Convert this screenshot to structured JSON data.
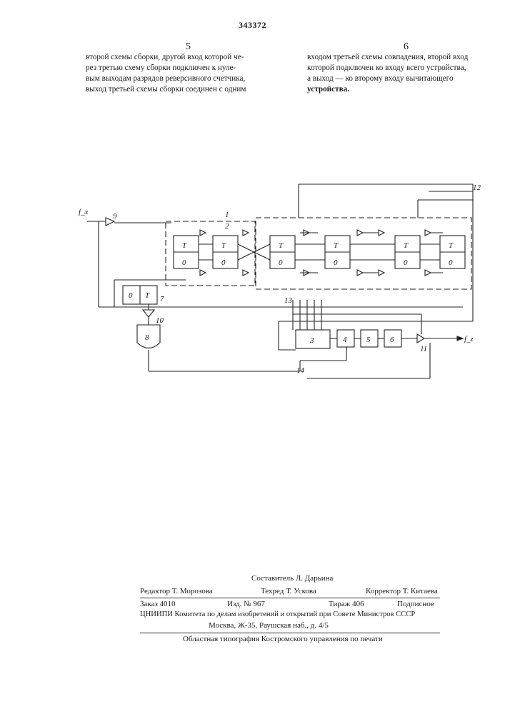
{
  "header": {
    "patent_number": "343372",
    "left_column_number": "5",
    "right_column_number": "6"
  },
  "text": {
    "left_lines": [
      "второй схемы сборки, другой вход которой че-",
      "рез третью схему сборки подключен к нуле-",
      "вым выходам разрядов реверсивного счетчика,",
      "выход третьей схемы сборки соединен с одним"
    ],
    "right_lines": [
      "входом третьей схемы совпадения, второй вход",
      "которой подключен ко входу всего устройства,",
      "а выход — ко второму входу вычитающего",
      "устройства."
    ]
  },
  "diagram": {
    "input_label": "f_x",
    "output_label": "f_z",
    "block_labels": {
      "b1": "1",
      "b2": "2",
      "b3": "3",
      "b4": "4",
      "b5": "5",
      "b6": "6",
      "b7": "7",
      "b8": "8",
      "b9": "9",
      "b10": "10",
      "b11": "11",
      "b12": "12",
      "b13": "13",
      "b14": "14"
    },
    "trigger_top": "T",
    "trigger_bottom": "0",
    "trigger7_left": "0",
    "trigger7_right": "T"
  },
  "imprint": {
    "compiler": "Составитель Л. Дарьина",
    "editor": "Редактор Т. Морозова",
    "techred": "Техред Т. Ускова",
    "corrector": "Корректор Т. Китаева",
    "order": "Заказ 4010",
    "edition": "Изд. № 967",
    "circulation": "Тираж 406",
    "subscription": "Подписное",
    "institute": "ЦНИИПИ Комитета по делам изобретений и открытий при Совете Министров СССР",
    "address": "Москва, Ж-35, Раушская наб., д. 4/5",
    "printer": "Областная типография Костромского управления по печати"
  }
}
